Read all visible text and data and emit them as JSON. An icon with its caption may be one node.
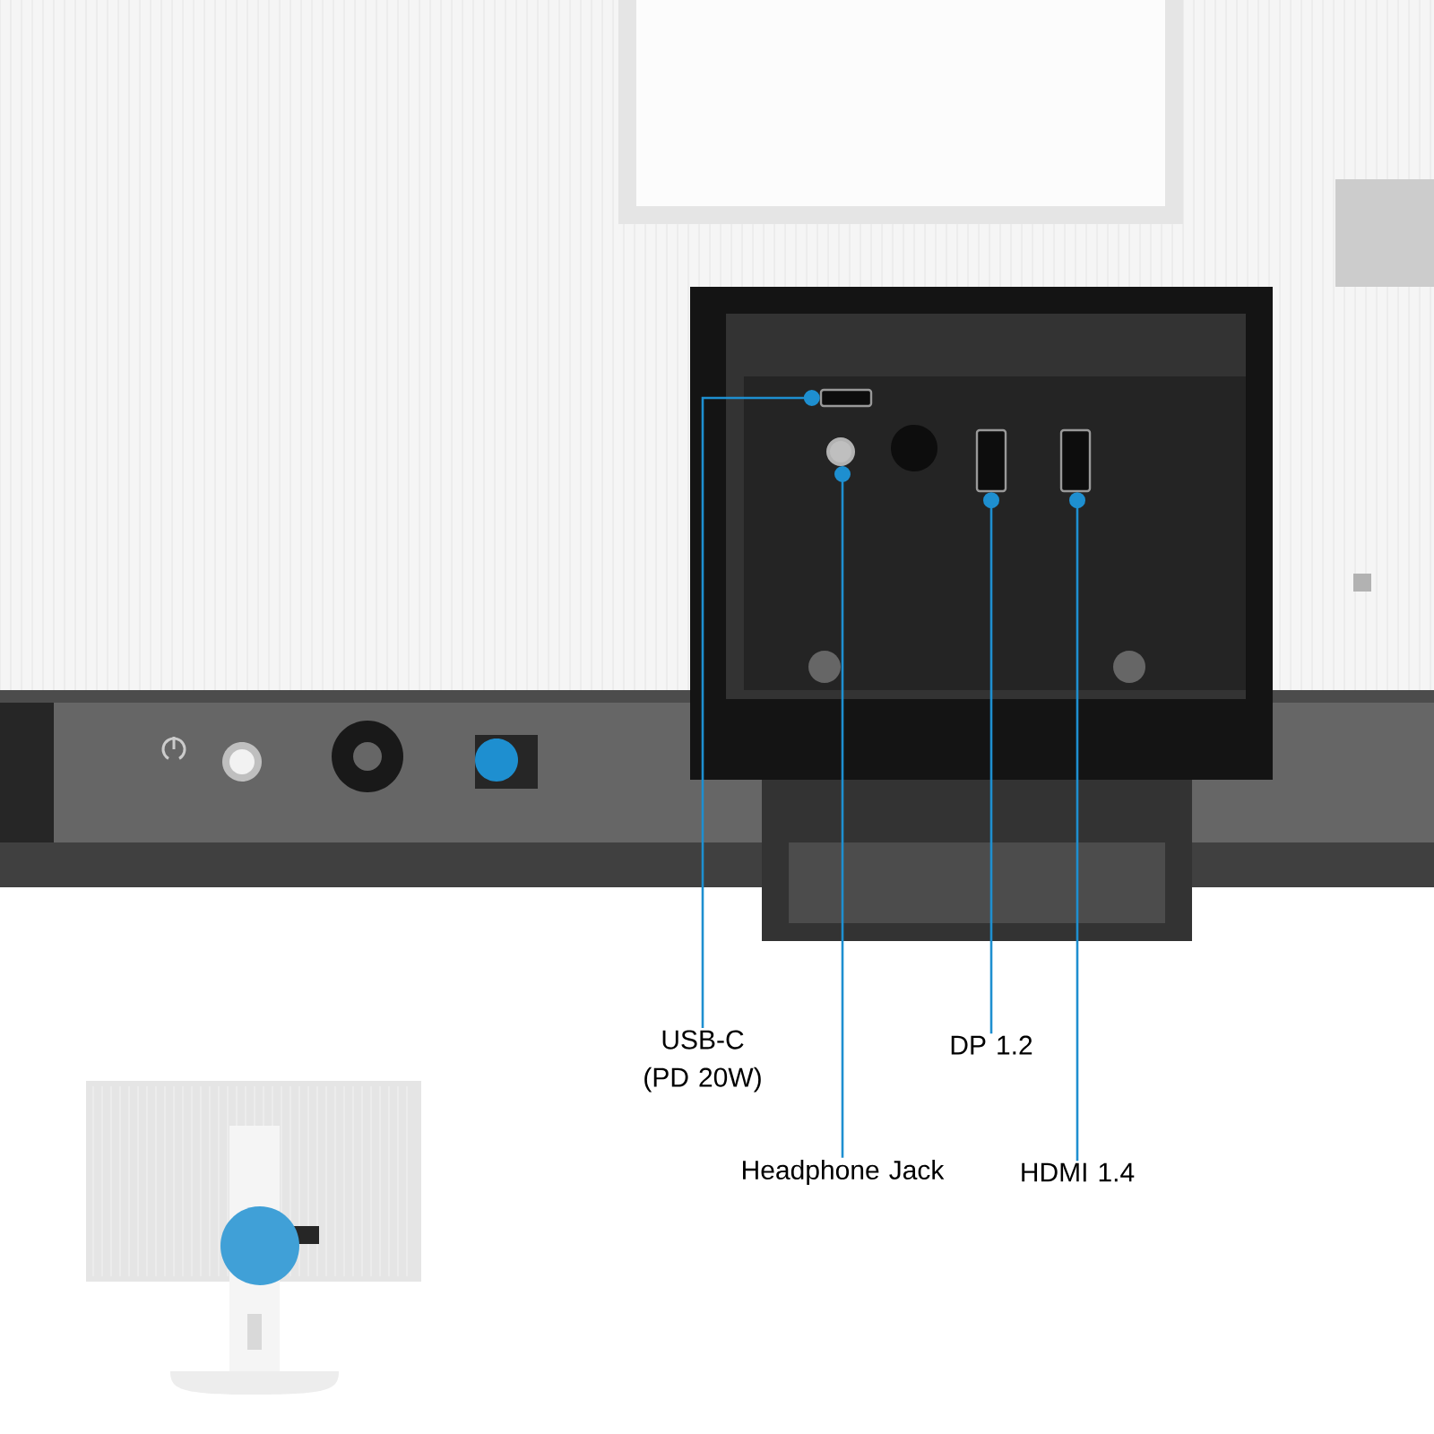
{
  "diagram": {
    "nodes": [
      {
        "text": [],
        "shape": "box"
      },
      {
        "text": [],
        "shape": "circle"
      },
      {
        "text": [],
        "shape": "box"
      },
      {
        "text": [],
        "shape": "box"
      },
      {
        "text": [
          "USB-C (PD 20W)"
        ]
      },
      {
        "text": [
          "DP 1.2"
        ]
      },
      {
        "text": [
          "Headphone Jack"
        ]
      },
      {
        "text": [
          "HDMI 1.4"
        ]
      }
    ],
    "edges": [
      {
        "from": 4,
        "to": 0,
        "arrow": "other"
      },
      {
        "from": 6,
        "to": 1,
        "arrow": "other"
      },
      {
        "from": 5,
        "to": 2,
        "arrow": "other"
      },
      {
        "from": 7,
        "to": 3,
        "arrow": "other"
      }
    ]
  }
}
